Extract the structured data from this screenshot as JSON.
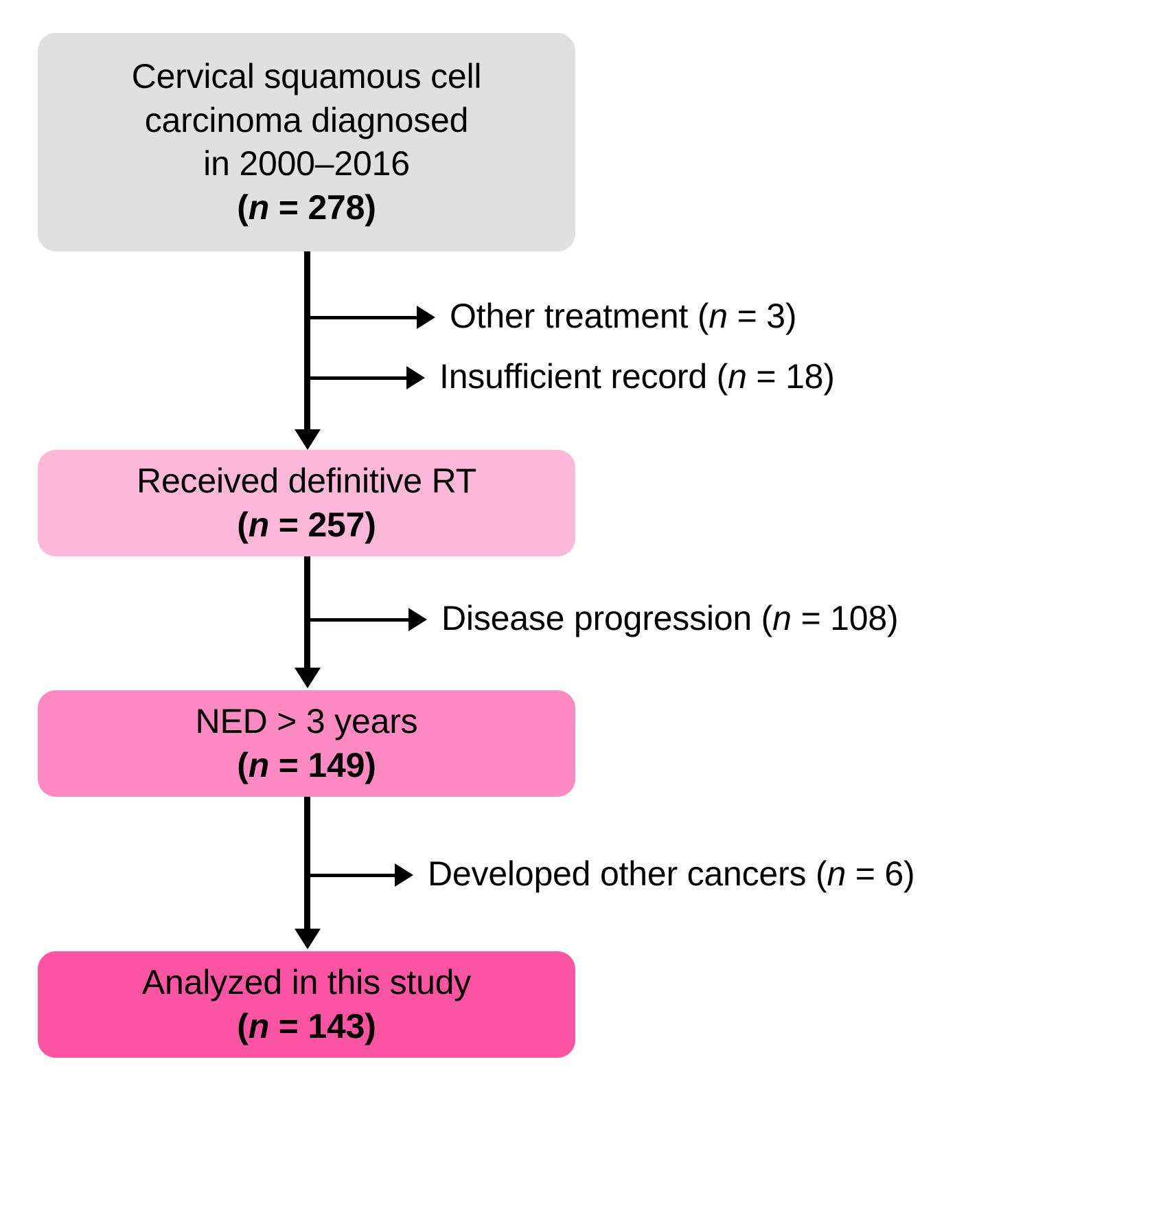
{
  "figure": {
    "type": "flowchart",
    "orientation": "vertical",
    "background_color": "#ffffff",
    "line_color": "#000000"
  },
  "nodes": [
    {
      "id": "source",
      "name": "source-cohort",
      "lines": [
        "Cervical squamous cell",
        "carcinoma diagnosed",
        "in 2000–2016"
      ],
      "count_prefix": "(",
      "count_italic": "n",
      "count_suffix": " = 278)",
      "count_value": 278,
      "fill_color": "#e0e0e0"
    },
    {
      "id": "rt",
      "name": "received-definitive-rt",
      "lines": [
        "Received definitive RT"
      ],
      "count_prefix": "(",
      "count_italic": "n",
      "count_suffix": " = 257)",
      "count_value": 257,
      "fill_color": "#fbb9d7"
    },
    {
      "id": "ned",
      "name": "ned-over-3-years",
      "lines": [
        "NED > 3 years"
      ],
      "count_prefix": "(",
      "count_italic": "n",
      "count_suffix": " = 149)",
      "count_value": 149,
      "fill_color": "#fd8ac2"
    },
    {
      "id": "analyzed",
      "name": "analyzed-in-this-study",
      "lines": [
        "Analyzed in this study"
      ],
      "count_prefix": "(",
      "count_italic": "n",
      "count_suffix": " = 143)",
      "count_value": 143,
      "fill_color": "#fb54a3"
    }
  ],
  "branches": [
    {
      "id": "other-treatment",
      "label_before": "Other treatment (",
      "label_italic": "n",
      "label_after": " = 3)",
      "count_value": 3,
      "from": "source"
    },
    {
      "id": "insufficient-record",
      "label_before": "Insufficient record (",
      "label_italic": "n",
      "label_after": " = 18)",
      "count_value": 18,
      "from": "source"
    },
    {
      "id": "disease-progression",
      "label_before": "Disease progression (",
      "label_italic": "n",
      "label_after": " = 108)",
      "count_value": 108,
      "from": "rt"
    },
    {
      "id": "developed-other-cancers",
      "label_before": "Developed other cancers (",
      "label_italic": "n",
      "label_after": " = 6)",
      "count_value": 6,
      "from": "ned"
    }
  ]
}
